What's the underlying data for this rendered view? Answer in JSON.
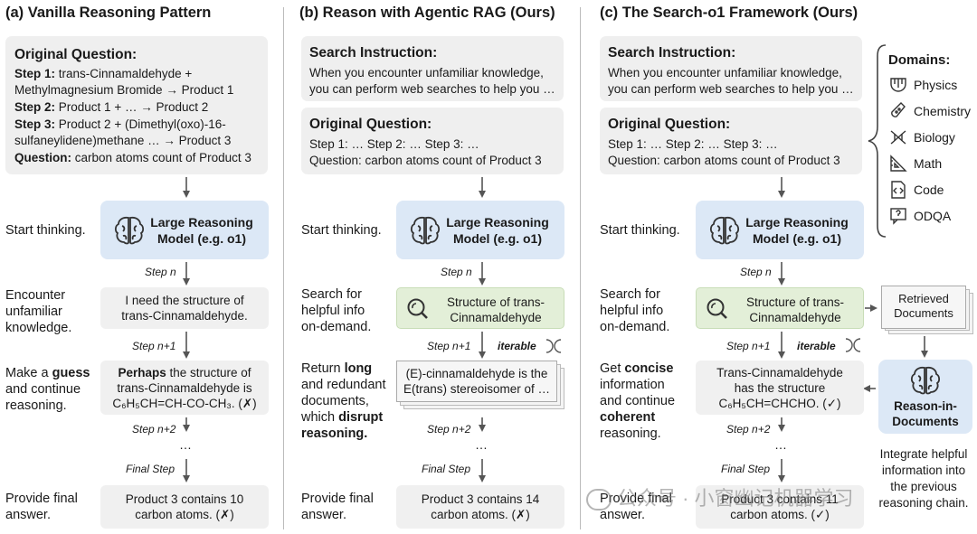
{
  "panel_a": {
    "title": "(a) Vanilla Reasoning Pattern",
    "question": {
      "heading": "Original Question:",
      "step1_label": "Step 1:",
      "step1_text_l1": "trans-Cinnamaldehyde +",
      "step1_text_l2": "Methylmagnesium Bromide → Product 1",
      "step2_label": "Step 2:",
      "step2_text": "Product 1 + … → Product 2",
      "step3_label": "Step 3:",
      "step3_text_l1": "Product 2 + (Dimethyl(oxo)-16-",
      "step3_text_l2": "sulfaneylidene)methane … → Product 3",
      "question_label": "Question:",
      "question_text": "carbon atoms count of Product 3"
    },
    "start_label": "Start thinking.",
    "model_l1": "Large Reasoning",
    "model_l2": "Model (e.g. o1)",
    "step_n": "Step n",
    "encounter_l1": "Encounter",
    "encounter_l2": "unfamiliar",
    "encounter_l3": "knowledge.",
    "need_l1": "I need the structure of",
    "need_l2": "trans-Cinnamaldehyde.",
    "step_n1": "Step n+1",
    "guess_l1a": "Make a ",
    "guess_l1b": "guess",
    "guess_l2": "and continue",
    "guess_l3": "reasoning.",
    "perhaps_bold": "Perhaps",
    "perhaps_l1": " the structure of",
    "perhaps_l2": "trans-Cinnamaldehyde is",
    "perhaps_l3": "C₆H₅CH=CH-CO-CH₃. (✗)",
    "step_n2": "Step n+2",
    "dots": "…",
    "final_step": "Final Step",
    "provide_l1": "Provide final",
    "provide_l2": "answer.",
    "answer_l1": "Product 3 contains 10",
    "answer_l2": "carbon atoms. (✗)"
  },
  "panel_b": {
    "title": "(b) Reason with Agentic RAG (Ours)",
    "search_heading": "Search Instruction:",
    "search_l1": "When you encounter unfamiliar knowledge,",
    "search_l2": "you can perform web searches to help you …",
    "question_heading": "Original Question:",
    "question_l1": "Step 1: … Step 2: … Step 3: …",
    "question_l2": "Question: carbon atoms count of Product 3",
    "start_label": "Start thinking.",
    "model_l1": "Large Reasoning",
    "model_l2": "Model (e.g. o1)",
    "step_n": "Step n",
    "search_lbl_l1": "Search for",
    "search_lbl_l2": "helpful info",
    "search_lbl_l3": "on-demand.",
    "query_l1": "Structure of trans-",
    "query_l2": "Cinnamaldehyde",
    "step_n1": "Step n+1",
    "iterable": "iterable",
    "return_l1a": "Return ",
    "return_l1b": "long",
    "return_l2": "and redundant",
    "return_l3": "documents,",
    "return_l4a": "which ",
    "return_l4b": "disrupt",
    "return_l5": "reasoning.",
    "doc_l1": "(E)-cinnamaldehyde is the",
    "doc_l2": "E(trans) stereoisomer of …",
    "step_n2": "Step n+2",
    "dots": "…",
    "final_step": "Final Step",
    "provide_l1": "Provide final",
    "provide_l2": "answer.",
    "answer_l1": "Product 3 contains 14",
    "answer_l2": "carbon atoms. (✗)"
  },
  "panel_c": {
    "title": "(c) The Search-o1 Framework (Ours)",
    "search_heading": "Search Instruction:",
    "search_l1": "When you encounter unfamiliar knowledge,",
    "search_l2": "you can perform web searches to help you …",
    "question_heading": "Original Question:",
    "question_l1": "Step 1: … Step 2: … Step 3: …",
    "question_l2": "Question: carbon atoms count of Product 3",
    "start_label": "Start thinking.",
    "model_l1": "Large Reasoning",
    "model_l2": "Model (e.g. o1)",
    "step_n": "Step n",
    "search_lbl_l1": "Search for",
    "search_lbl_l2": "helpful info",
    "search_lbl_l3": "on-demand.",
    "query_l1": "Structure of trans-",
    "query_l2": "Cinnamaldehyde",
    "retrieved_l1": "Retrieved",
    "retrieved_l2": "Documents",
    "step_n1": "Step n+1",
    "iterable": "iterable",
    "get_l1a": "Get ",
    "get_l1b": "concise",
    "get_l2": "information",
    "get_l3": "and continue",
    "get_l4": "coherent",
    "get_l5": "reasoning.",
    "result_l1": "Trans-Cinnamaldehyde",
    "result_l2": "has the structure",
    "result_l3": "C₆H₅CH=CHCHO. (✓)",
    "rid_l1": "Reason-in-",
    "rid_l2": "Documents",
    "step_n2": "Step n+2",
    "dots": "…",
    "final_step": "Final Step",
    "integrate_l1": "Integrate helpful",
    "integrate_l2": "information into",
    "integrate_l3": "the previous",
    "integrate_l4": "reasoning chain.",
    "provide_l1": "Provide final",
    "provide_l2": "answer.",
    "answer_l1": "Product 3 contains 11",
    "answer_l2": "carbon atoms. (✓)",
    "domains_heading": "Domains:",
    "domains": [
      "Physics",
      "Chemistry",
      "Biology",
      "Math",
      "Code",
      "ODQA"
    ]
  },
  "watermark": "公众号 · 小窗幽记机器学习"
}
